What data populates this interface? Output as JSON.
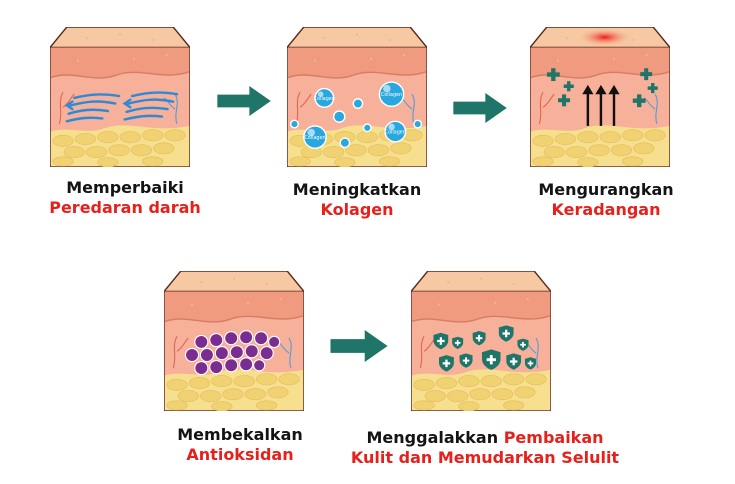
{
  "colors": {
    "skin_top": "#f6c9a2",
    "skin_side": "#f09a80",
    "dermis": "#f7b09a",
    "fat": "#f6e090",
    "arrow_teal": "#1f7567",
    "red_text": "#e8201c",
    "blue_flow": "#2f8ad6",
    "collagen": "#29a8e0",
    "antioxidant": "#7a2d90",
    "shield": "#1f7567"
  },
  "steps": [
    {
      "line1": "Memperbaiki",
      "line2": "Peredaran darah",
      "icon": "blood-flow"
    },
    {
      "line1": "Meningkatkan",
      "line2": "Kolagen",
      "icon": "collagen",
      "bubble_label": "Collagen"
    },
    {
      "line1": "Mengurangkan",
      "line2": "Keradangan",
      "icon": "inflammation"
    },
    {
      "line1": "Membekalkan",
      "line2": "Antioksidan",
      "icon": "antioxidant"
    },
    {
      "line1_a": "Menggalakkan ",
      "line1_b": "Pembaikan",
      "line2": "Kulit dan Memudarkan Selulit",
      "icon": "skin-repair"
    }
  ]
}
